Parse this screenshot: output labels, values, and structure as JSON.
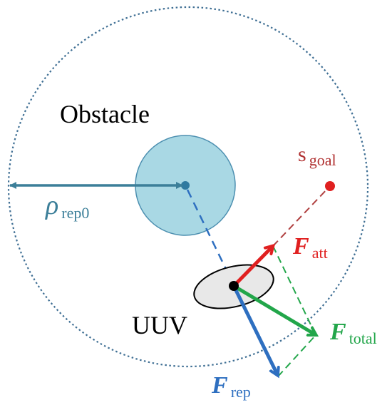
{
  "labels": {
    "obstacle": "Obstacle",
    "rho_symbol": "ρ",
    "rho_sub": "rep0",
    "goal_symbol": "s",
    "goal_sub": "goal",
    "uuv": "UUV",
    "f_symbol": "F",
    "f_att_sub": "att",
    "f_total_sub": "total",
    "f_rep_sub": "rep"
  },
  "colors": {
    "influence_circle": "#3f6f94",
    "obstacle_fill": "#a9d8e4",
    "obstacle_stroke": "#4c8fb0",
    "rho_color": "#3c7f99",
    "blue_line": "#2e6fc0",
    "red": "#e02020",
    "goal_line": "#b04040",
    "green": "#22a64a",
    "uuv_fill": "#e8e8e8",
    "black": "#000000"
  }
}
